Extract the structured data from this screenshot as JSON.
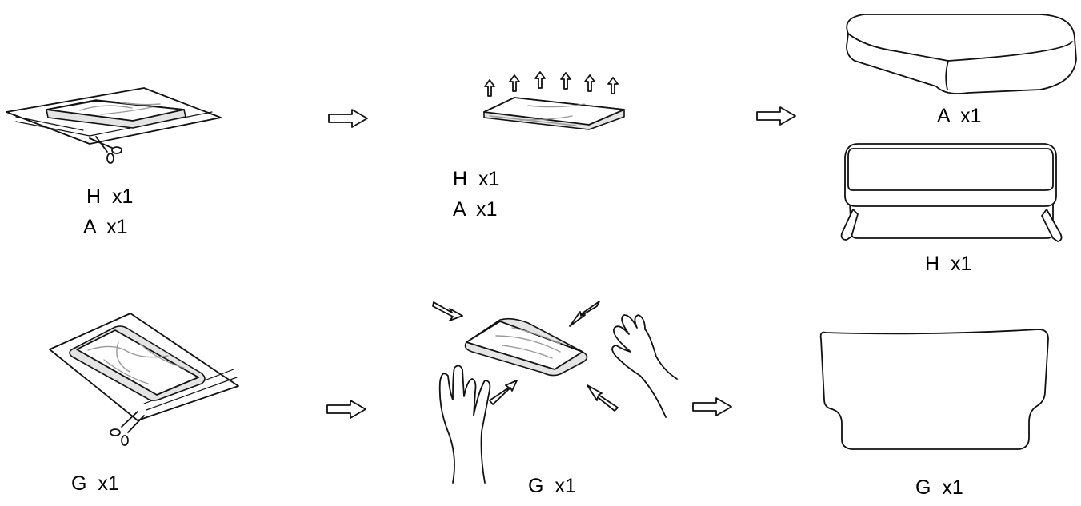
{
  "steps": {
    "step1": {
      "lines": [
        "H  x1",
        "A  x1"
      ]
    },
    "step2": {
      "lines": [
        "H  x1",
        "A  x1"
      ]
    },
    "result_a": {
      "label": "A  x1"
    },
    "result_h": {
      "label": "H  x1"
    },
    "step4": {
      "label": "G  x1"
    },
    "step5": {
      "label": "G  x1"
    },
    "result_g": {
      "label": "G  x1"
    }
  },
  "icons": {
    "flow_arrow": "hollow-right-arrow",
    "cut": "scissors-icon",
    "expand": "expand-up-arrows",
    "shake": "shake-arrows"
  }
}
